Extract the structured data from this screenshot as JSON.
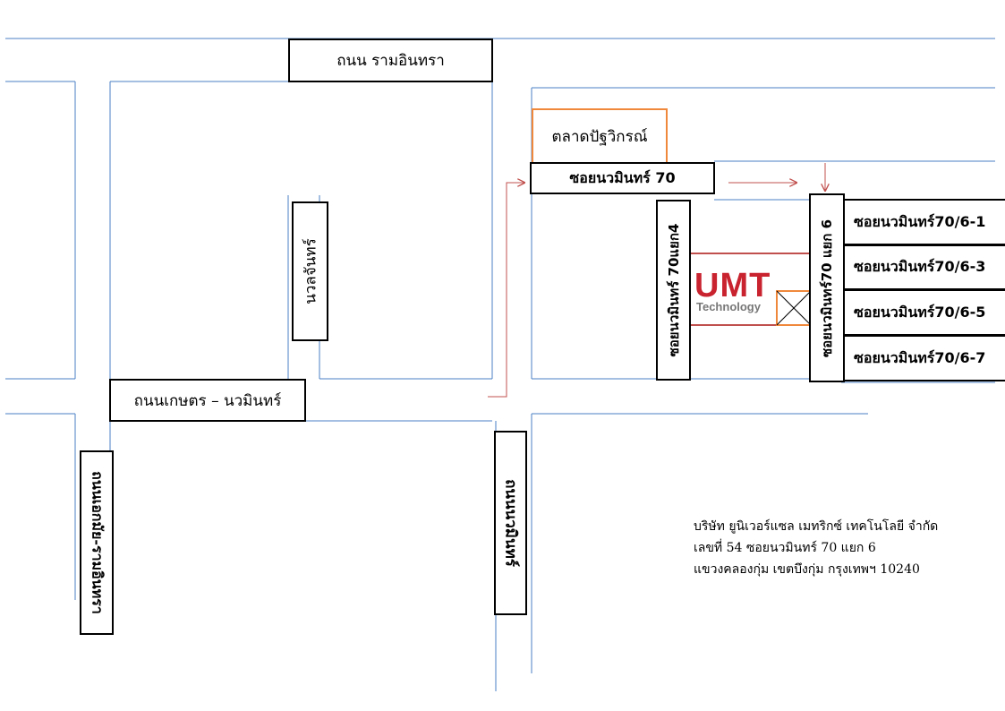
{
  "roads": {
    "ramintra": "ถนน รามอินทรา",
    "kaset_nawamin": "ถนนเกษตร – นวมินทร์",
    "nawalchan": "นวลจันทร์",
    "ekkamai_ramintra": "ถนนเอกมัย-รามอินทรา",
    "nawamin": "ถนนนวมินทร์",
    "soi70": "ซอยนวมินทร์ 70",
    "soi70_4": "ซอยนวมินทร์  70แยก4",
    "soi70_6": "ซอยนวมินทร์70  แยก 6"
  },
  "landmark": {
    "market": "ตลาดปัฐวิกรณ์"
  },
  "sub_sois": [
    "ซอยนวมินทร์70/6-1",
    "ซอยนวมินทร์70/6-3",
    "ซอยนวมินทร์70/6-5",
    "ซอยนวมินทร์70/6-7"
  ],
  "logo": {
    "main": "UMT",
    "sub": "Technology"
  },
  "address": [
    "บริษัท ยูนิเวอร์แซล เมทริกซ์ เทคโนโลยี จำกัด",
    "เลขที่ 54  ซอยนวมินทร์ 70 แยก 6",
    "แขวงคลองกุ่ม  เขตบึงกุ่ม  กรุงเทพฯ  10240"
  ],
  "colors": {
    "road_line": "#4a7fc4",
    "route_arrow": "#c0504d",
    "market_border": "#f0883c",
    "logo_red": "#c8232f"
  },
  "icons": {
    "company_marker": "crossed-box-marker"
  }
}
